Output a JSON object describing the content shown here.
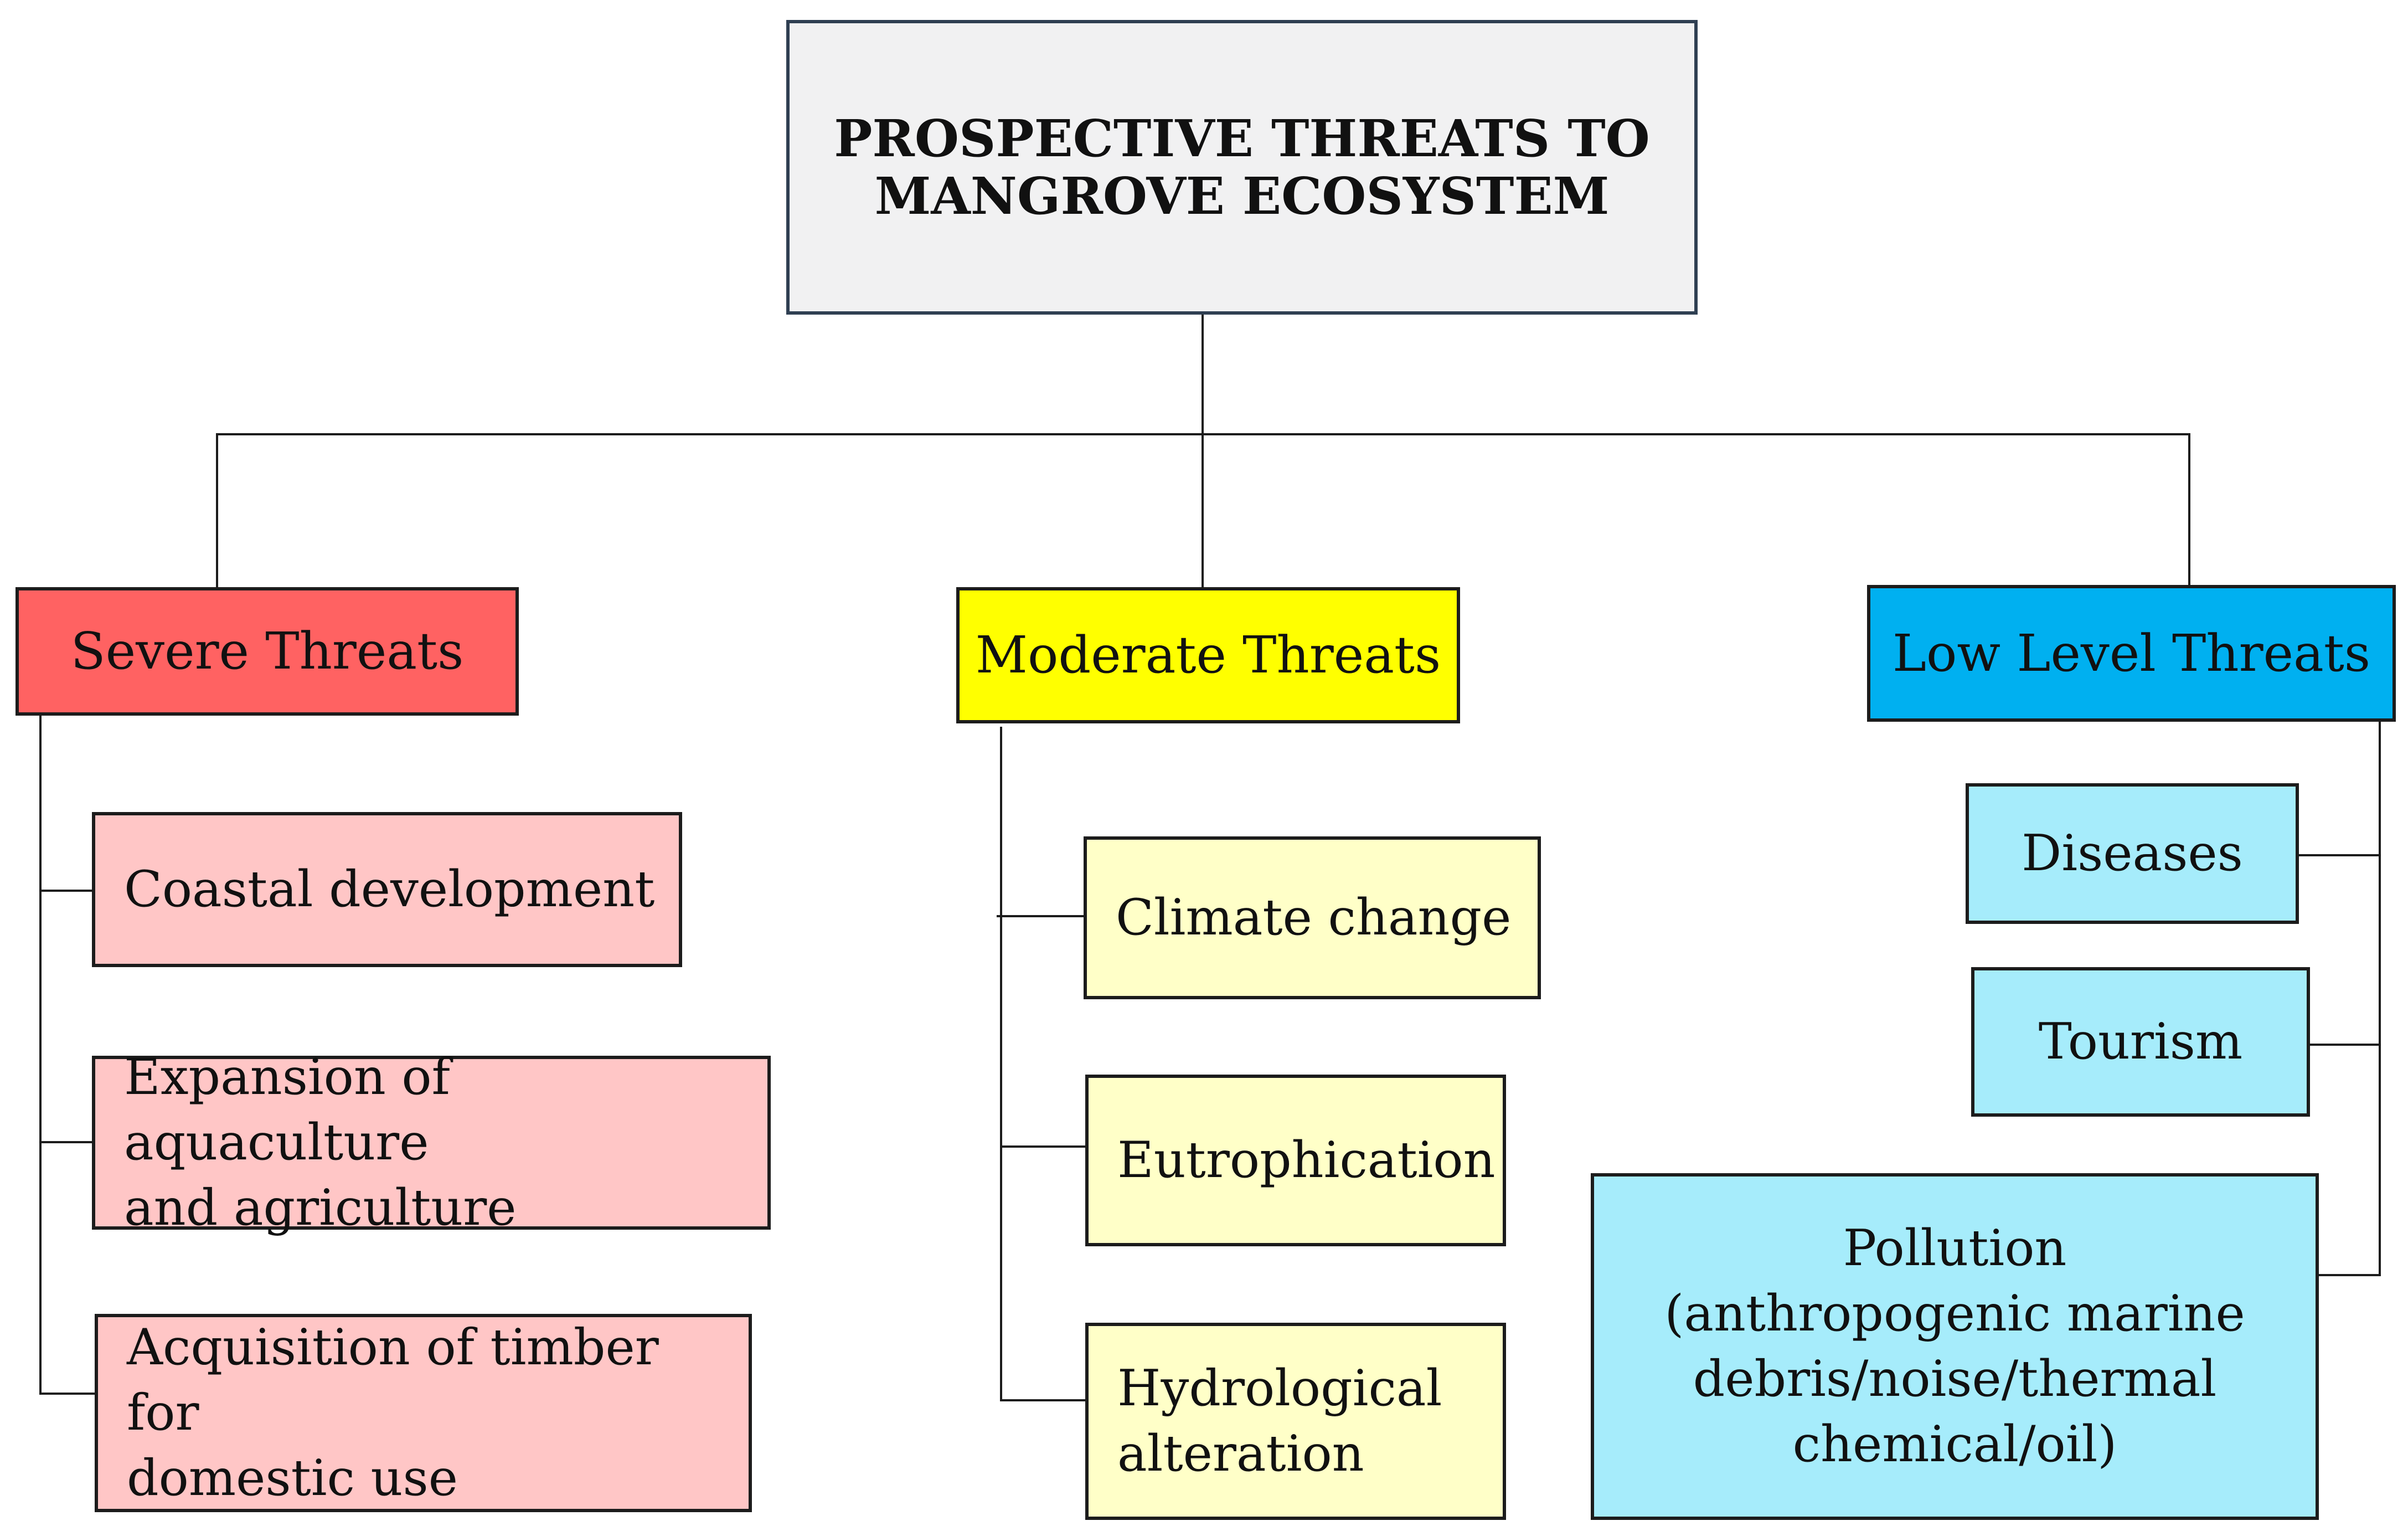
{
  "title": {
    "line1": "PROSPECTIVE THREATS TO",
    "line2": "MANGROVE ECOSYSTEM"
  },
  "categories": [
    {
      "label": "Severe Threats",
      "color": "#ff6262",
      "item_color": "#ffc6c6",
      "items": [
        {
          "line1": "Coastal development",
          "line2": ""
        },
        {
          "line1": "Expansion of aquaculture",
          "line2": "and agriculture"
        },
        {
          "line1": "Acquisition of timber for",
          "line2": "domestic use"
        }
      ]
    },
    {
      "label": "Moderate Threats",
      "color": "#ffff00",
      "item_color": "#ffffc8",
      "items": [
        {
          "line1": "Climate change",
          "line2": ""
        },
        {
          "line1": "Eutrophication",
          "line2": ""
        },
        {
          "line1": "Hydrological",
          "line2": "alteration"
        }
      ]
    },
    {
      "label": "Low Level Threats",
      "color": "#00b0f0",
      "item_color": "#a6ecfb",
      "items": [
        {
          "line1": "Diseases"
        },
        {
          "line1": "Tourism"
        },
        {
          "line1": "Pollution",
          "line2": "(anthropogenic marine",
          "line3": "debris/noise/thermal",
          "line4": "chemical/oil)"
        }
      ]
    }
  ]
}
